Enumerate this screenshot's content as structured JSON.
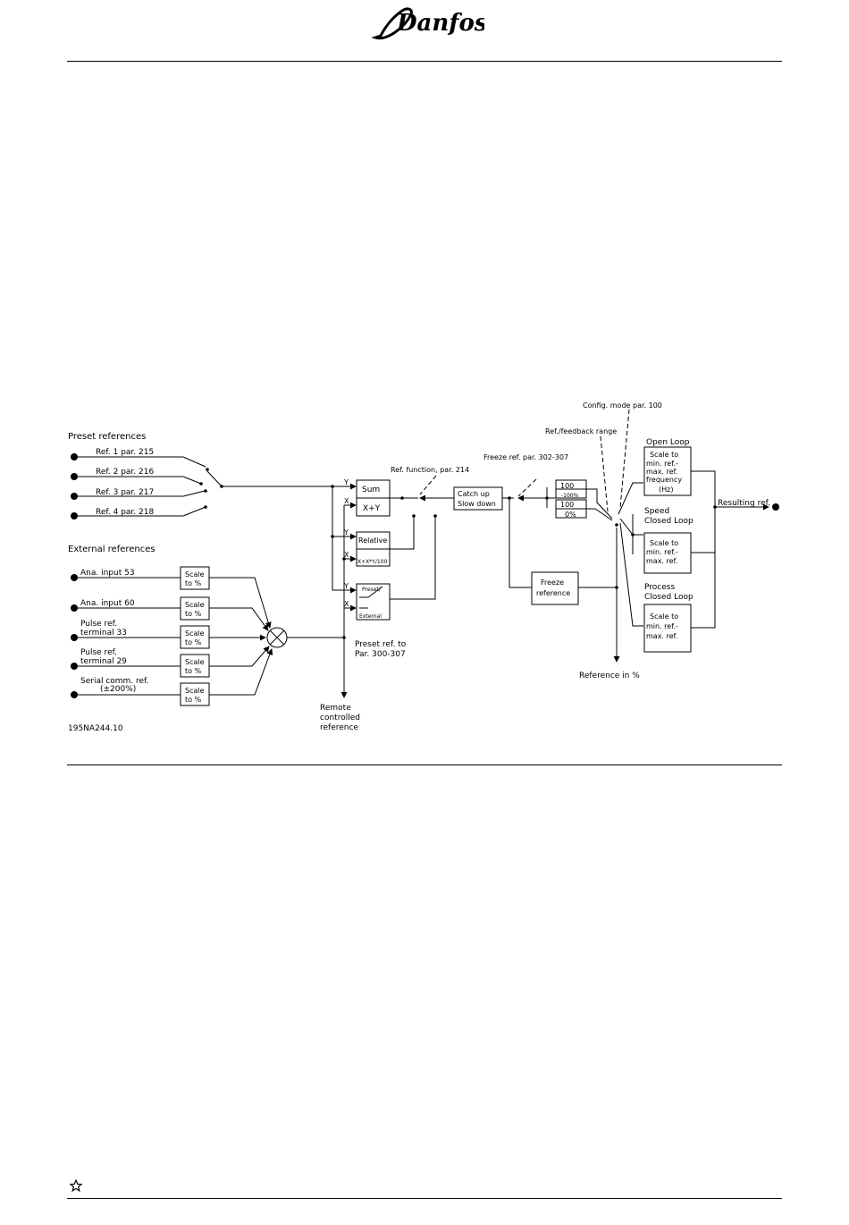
{
  "brand": {
    "name": "Danfoss",
    "icon": "danfoss-logo"
  },
  "diagram": {
    "figure_id": "195NA244.10",
    "preset_title": "Preset references",
    "presets": [
      "Ref. 1 par. 215",
      "Ref. 2 par. 216",
      "Ref. 3 par. 217",
      "Ref. 4 par. 218"
    ],
    "external_title": "External references",
    "externals": [
      "Ana. input 53",
      "Ana. input 60",
      "Pulse ref.",
      "terminal 33",
      "Pulse ref.",
      "terminal 29",
      "Serial comm. ref.",
      "(±200%)"
    ],
    "scale_box": [
      "Scale",
      "to %"
    ],
    "y_label": "Y",
    "x_label": "X",
    "sum_block": [
      "Sum",
      "X+Y"
    ],
    "relative_block": [
      "Relative",
      "X+X*Y/100"
    ],
    "preset_ext_block": [
      "Preset/",
      "External"
    ],
    "preset_ref_to": [
      "Preset ref. to",
      "Par. 300-307"
    ],
    "remote_ref": [
      "Remote",
      "controlled",
      "reference"
    ],
    "ref_function": "Ref. function, par. 214",
    "freeze_ref_par": "Freeze ref. par. 302-307",
    "catch_up": [
      "Catch up",
      "Slow down"
    ],
    "limit_upper": [
      "100",
      "-100%"
    ],
    "limit_lower": [
      "100",
      "0%"
    ],
    "freeze_reference": [
      "Freeze",
      "reference"
    ],
    "config_mode": "Config. mode par. 100",
    "feedback_range": "Ref./feedback range",
    "reference_pct": "Reference in %",
    "open_loop": {
      "title": "Open Loop",
      "box": [
        "Scale to",
        "min. ref.-",
        "max. ref.",
        "frequency",
        "(Hz)"
      ]
    },
    "speed_closed": {
      "title": [
        "Speed",
        "Closed Loop"
      ],
      "box": [
        "Scale to",
        "min. ref.-",
        "max. ref."
      ]
    },
    "process_closed": {
      "title": [
        "Process",
        "Closed Loop"
      ],
      "box": [
        "Scale to",
        "min. ref.-",
        "max. ref."
      ]
    },
    "resulting_ref": "Resulting ref."
  },
  "footer": {
    "icon": "star-footnote-icon"
  }
}
